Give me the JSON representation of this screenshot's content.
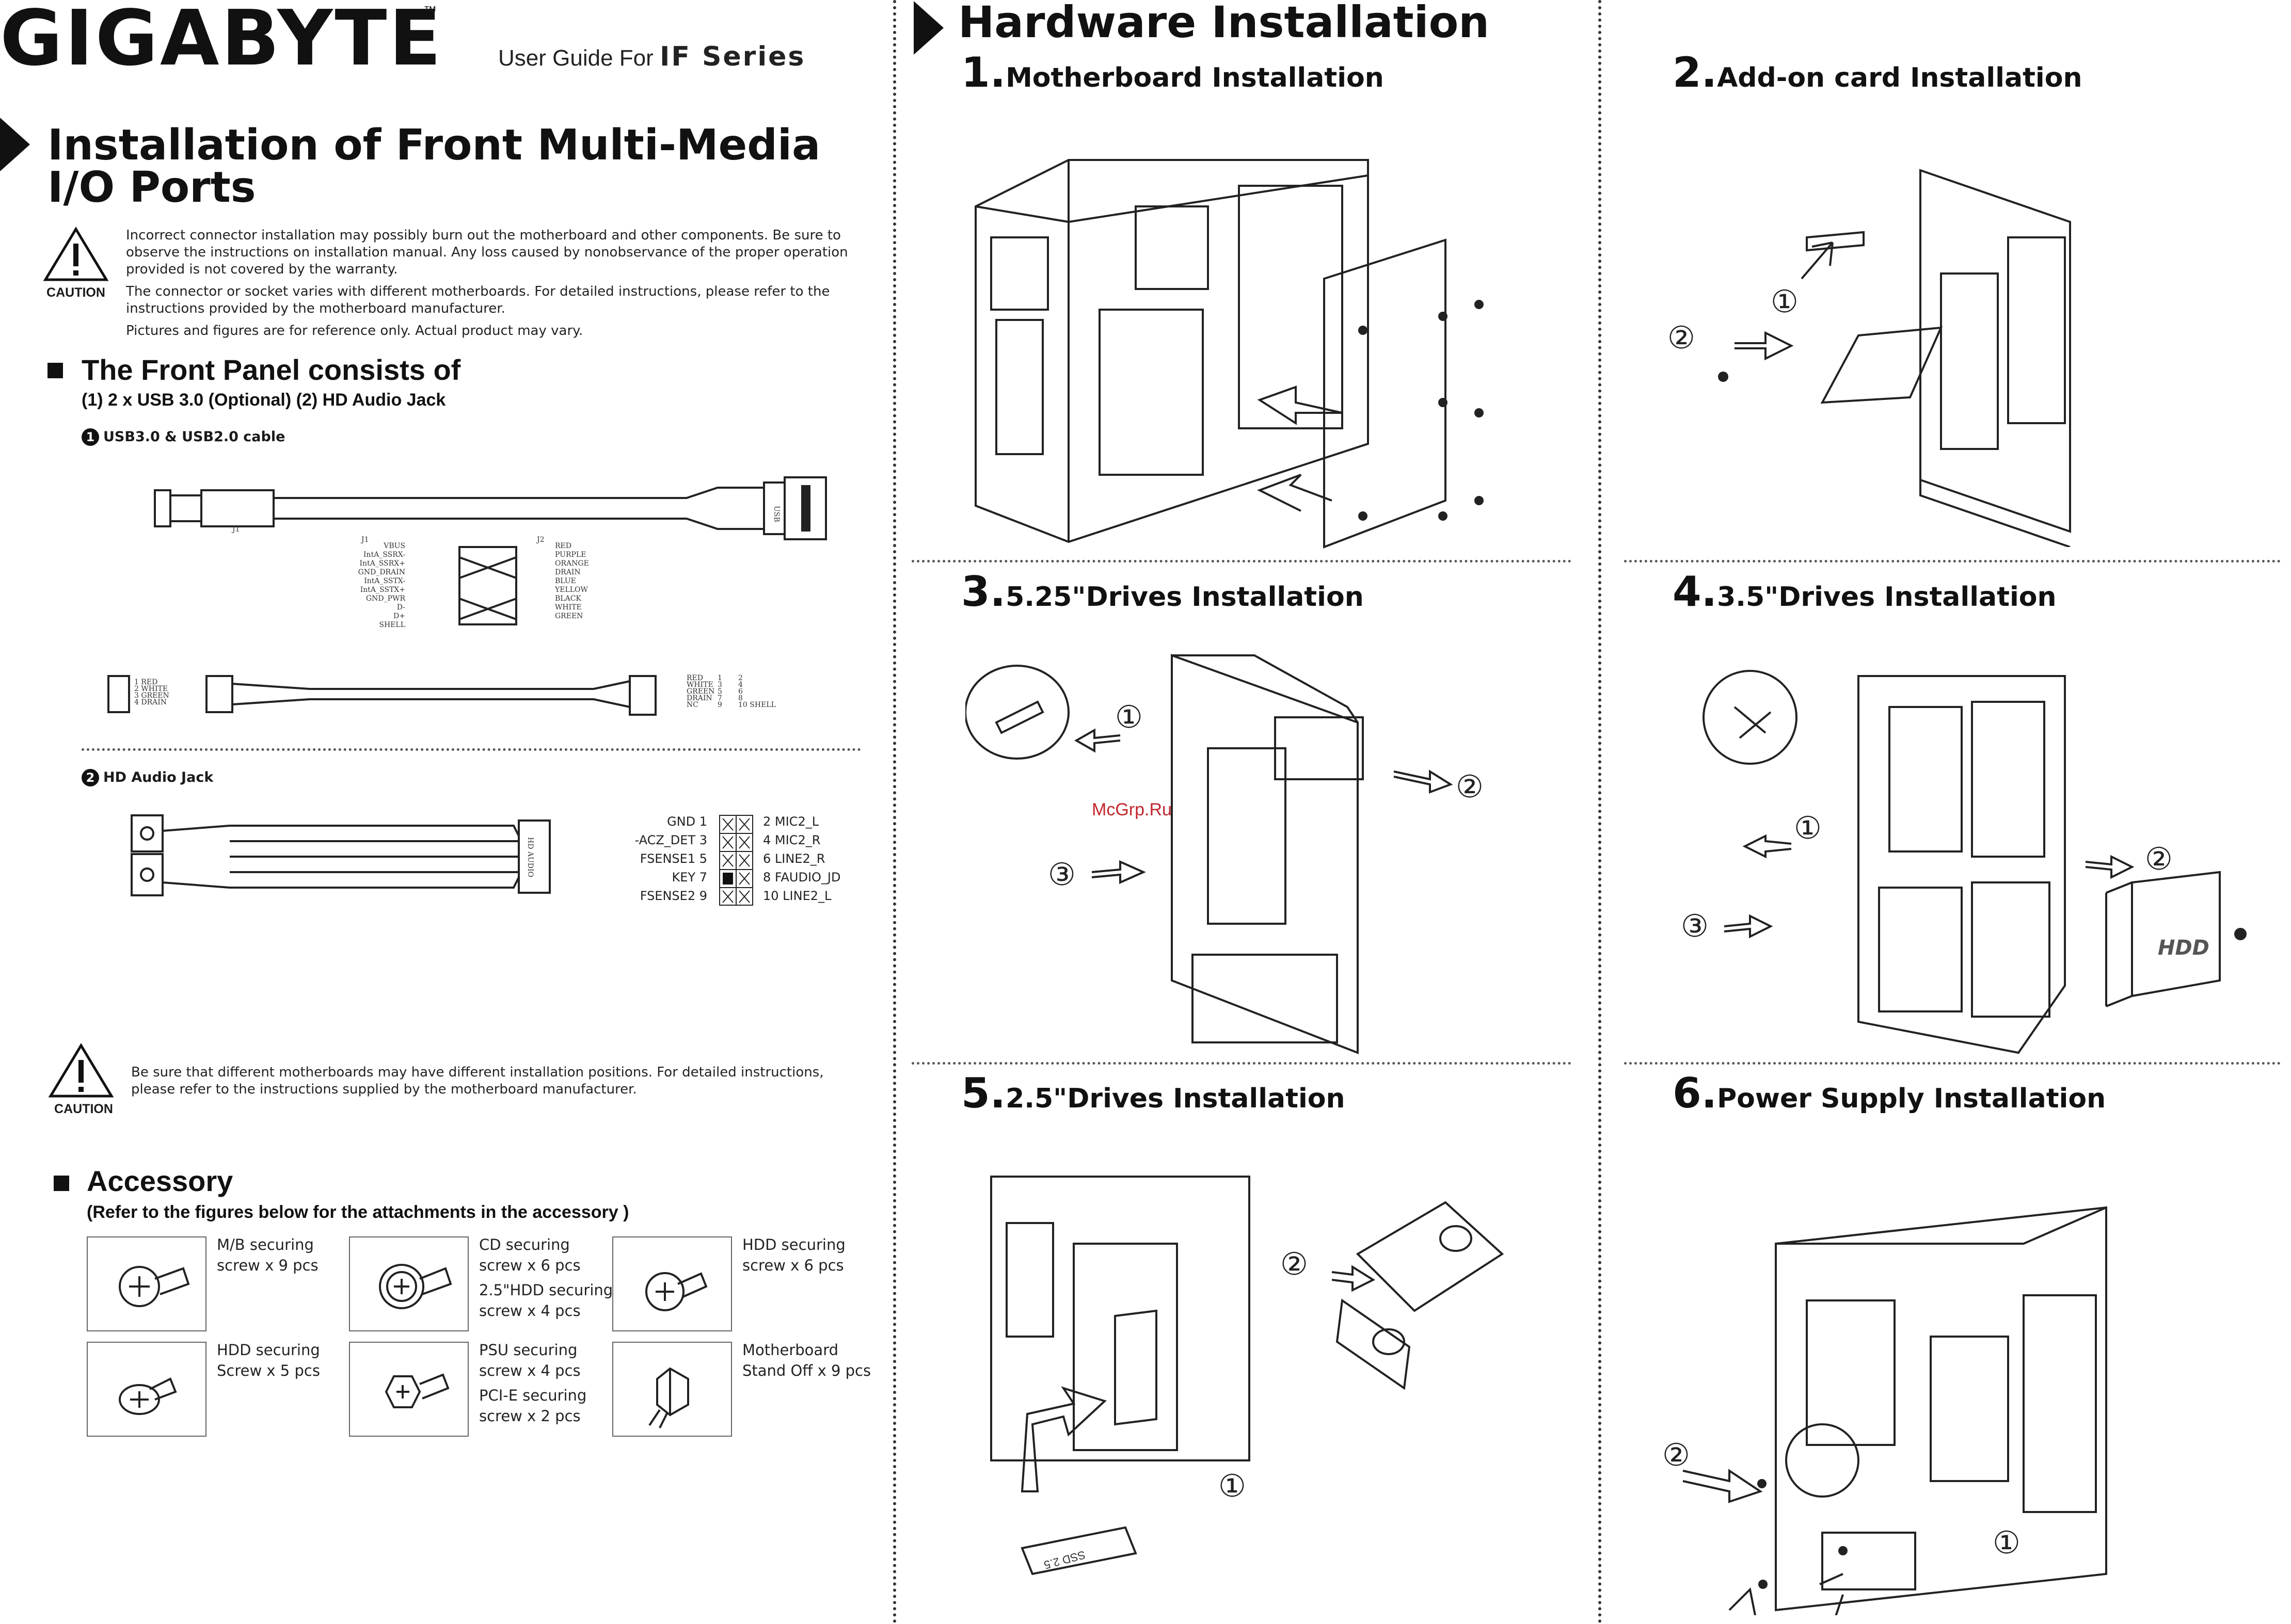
{
  "brand": {
    "logo": "GIGABYTE",
    "tm": "™",
    "guide_prefix": "User Guide For ",
    "guide_series": "IF Series"
  },
  "left": {
    "title_line1": "Installation of Front Multi-Media",
    "title_line2": "I/O Ports",
    "caution_label": "CAUTION",
    "notes": [
      "Incorrect connector installation may possibly burn out the motherboard and other components. Be sure to",
      "observe the instructions on installation manual. Any loss caused by nonobservance of the proper operation",
      "provided is not covered by the warranty.",
      "The connector or socket varies with different motherboards. For detailed instructions, please refer to the",
      "instructions provided by the motherboard manufacturer.",
      "Pictures and figures are for reference only. Actual product may vary."
    ],
    "front_panel_title": "The Front Panel consists of",
    "front_panel_sub": "(1) 2 x USB 3.0 (Optional) (2) HD Audio Jack",
    "cable1_label": "USB3.0 & USB2.0 cable",
    "cable2_label": "HD Audio Jack",
    "num1": "1",
    "num2": "2",
    "usb3_left_pins": [
      "VBUS",
      "IntA_SSRX-",
      "IntA_SSRX+",
      "GND_DRAIN",
      "IntA_SSTX-",
      "IntA_SSTX+",
      "GND_PWR",
      "D-",
      "D+",
      "SHELL"
    ],
    "usb3_right_pins": [
      "RED",
      "PURPLE",
      "ORANGE",
      "DRAIN",
      "BLUE",
      "YELLOW",
      "BLACK",
      "WHITE",
      "GREEN"
    ],
    "usb3_j1": "J1",
    "usb3_j2": "J2",
    "usb2_left": [
      "1 RED",
      "2 WHITE",
      "3 GREEN",
      "4 DRAIN"
    ],
    "usb2_right": [
      "RED",
      "WHITE",
      "GREEN",
      "DRAIN",
      "NC"
    ],
    "usb2_right_nums": [
      "1",
      "3",
      "5",
      "7",
      "9"
    ],
    "usb2_right_even": [
      "2",
      "4",
      "6",
      "8",
      "10 SHELL"
    ],
    "hd_audio_connector_label": "HD AUDIO",
    "audio_pins_left": [
      "GND 1",
      "-ACZ_DET 3",
      "FSENSE1 5",
      "KEY 7",
      "FSENSE2 9"
    ],
    "audio_pins_right": [
      "2   MIC2_L",
      "4   MIC2_R",
      "6   LINE2_R",
      "8   FAUDIO_JD",
      "10  LINE2_L"
    ],
    "caution2_line1": "Be sure that different motherboards may have different installation positions. For detailed instructions,",
    "caution2_line2": "please refer to the instructions supplied by the motherboard manufacturer.",
    "accessory_title": "Accessory",
    "accessory_sub": "(Refer to the figures below for the attachments in the accessory )",
    "accessories": [
      {
        "line1": "M/B  securing",
        "line2": "screw x 9 pcs"
      },
      {
        "line1": "CD  securing",
        "line2": "screw x 6 pcs",
        "line3": "2.5\"HDD  securing",
        "line4": "screw x 4 pcs"
      },
      {
        "line1": "HDD securing",
        "line2": "screw x 6 pcs"
      },
      {
        "line1": "HDD securing",
        "line2": "Screw x 5 pcs"
      },
      {
        "line1": "PSU securing",
        "line2": "screw x 4 pcs",
        "line3": "PCI-E securing",
        "line4": "screw x 2 pcs"
      },
      {
        "line1": "Motherboard",
        "line2": "Stand Off x 9 pcs"
      }
    ]
  },
  "right": {
    "title": "Hardware Installation",
    "steps": [
      {
        "num": "1.",
        "title": "Motherboard Installation"
      },
      {
        "num": "2.",
        "title": "Add-on card Installation"
      },
      {
        "num": "3.",
        "title": "5.25\"Drives Installation"
      },
      {
        "num": "4.",
        "title": "3.5\"Drives Installation"
      },
      {
        "num": "5.",
        "title": "2.5\"Drives Installation"
      },
      {
        "num": "6.",
        "title": "Power Supply Installation"
      }
    ],
    "callouts": {
      "c1": "①",
      "c2": "②",
      "c3": "③"
    },
    "hdd_label": "HDD",
    "ssd_label": "SSD 2.5",
    "usb_port_label": "USB",
    "watermark": "McGrp.Ru"
  }
}
